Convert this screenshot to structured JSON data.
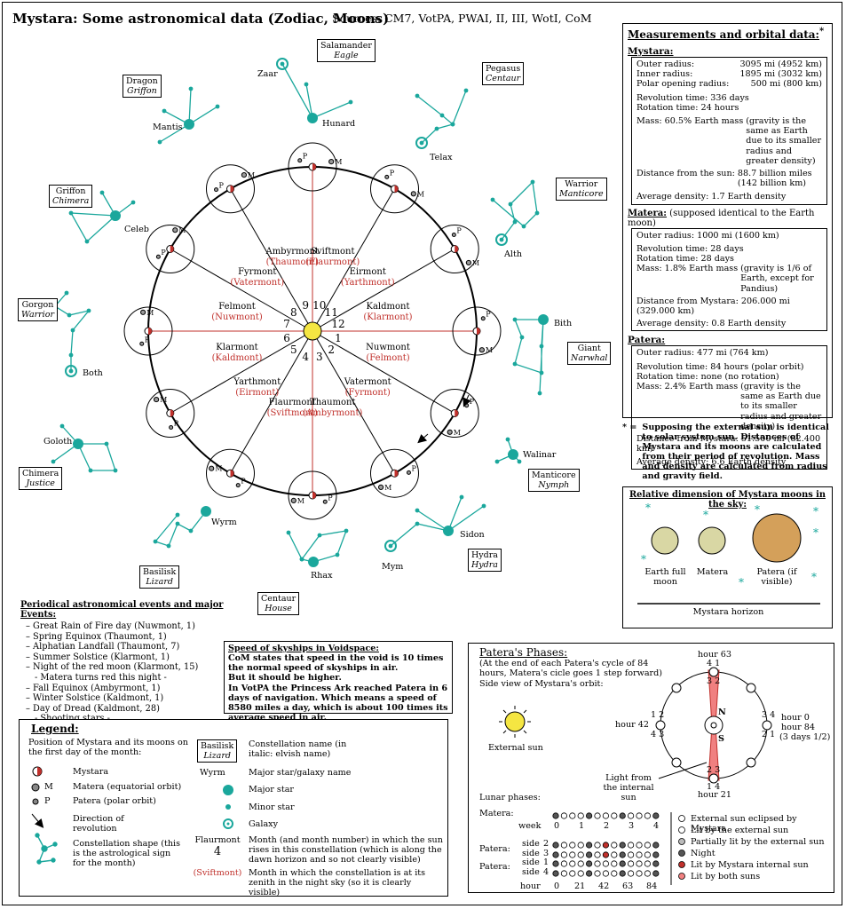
{
  "title": "Mystara: Some astronomical data (Zodiac, Moons)",
  "sources": "Sources: CM7, VotPA, PWAI, II, III, WotI, CoM",
  "colors": {
    "teal": "#1aa79c",
    "red": "#c0302b",
    "sun": "#f5e642",
    "patera": "#d4a05a",
    "moon": "#d9d7a4"
  },
  "wheel": {
    "months": [
      {
        "num": "1",
        "name": "Nuwmont",
        "zenith": "(Felmont)"
      },
      {
        "num": "2",
        "name": "Vatermont",
        "zenith": "(Fyrmont)"
      },
      {
        "num": "3",
        "name": "Thaumont",
        "zenith": "(Ambyrmont)"
      },
      {
        "num": "4",
        "name": "Flaurmont",
        "zenith": "(Sviftmont)"
      },
      {
        "num": "5",
        "name": "Yarthmont",
        "zenith": "(Eirmont)"
      },
      {
        "num": "6",
        "name": "Klarmont",
        "zenith": "(Kaldmont)"
      },
      {
        "num": "7",
        "name": "Felmont",
        "zenith": "(Nuwmont)"
      },
      {
        "num": "8",
        "name": "Fyrmont",
        "zenith": "(Vatermont)"
      },
      {
        "num": "9",
        "name": "Ambyrmont",
        "zenith": "(Thaumont)"
      },
      {
        "num": "10",
        "name": "Sviftmont",
        "zenith": "(Flaurmont)"
      },
      {
        "num": "11",
        "name": "Eirmont",
        "zenith": "(Yarthmont)"
      },
      {
        "num": "12",
        "name": "Kaldmont",
        "zenith": "(Klarmont)"
      }
    ],
    "m_label": "M",
    "p_label": "P"
  },
  "constellations": [
    {
      "name": "Salamander",
      "elvish": "Eagle",
      "major": "Hunard",
      "galaxy": "Zaar"
    },
    {
      "name": "Pegasus",
      "elvish": "Centaur",
      "galaxy": "Telax"
    },
    {
      "name": "Warrior",
      "elvish": "Manticore",
      "galaxy": "Alth"
    },
    {
      "name": "Giant",
      "elvish": "Narwhal",
      "major": "Bith"
    },
    {
      "name": "Manticore",
      "elvish": "Nymph",
      "major": "Walinar"
    },
    {
      "name": "Hydra",
      "elvish": "Hydra",
      "major": "Sidon",
      "galaxy": "Mym"
    },
    {
      "name": "Centaur",
      "elvish": "House",
      "major": "Rhax"
    },
    {
      "name": "Basilisk",
      "elvish": "Lizard",
      "major": "Wyrm"
    },
    {
      "name": "Chimera",
      "elvish": "Justice",
      "major": "Goloth"
    },
    {
      "name": "Gorgon",
      "elvish": "Warrior",
      "galaxy": "Both"
    },
    {
      "name": "Griffon",
      "elvish": "Chimera",
      "major": "Celeb"
    },
    {
      "name": "Dragon",
      "elvish": "Griffon",
      "major": "Mantis"
    }
  ],
  "measurements": {
    "title": "Measurements and orbital data:",
    "star": "*",
    "mystara": {
      "heading": "Mystara:",
      "lines": [
        {
          "k": "Outer radius:",
          "v": "3095 mi (4952 km)"
        },
        {
          "k": "Inner radius:",
          "v": "1895 mi (3032 km)"
        },
        {
          "k": "Polar opening radius:",
          "v": "500 mi (800 km)"
        }
      ],
      "rev": "Revolution time: 336 days",
      "rot": "Rotation time: 24 hours",
      "mass_k": "Mass: 60.5% Earth mass",
      "mass_v": "(gravity is the same as Earth due to its smaller radius and greater density)",
      "dist_k": "Distance from the sun:",
      "dist_v": "88.7 billion miles (142 billion km)",
      "dens": "Average density: 1.7 Earth density"
    },
    "matera": {
      "heading": "Matera:",
      "heading_note": "(supposed identical to the Earth moon)",
      "radius": "Outer radius: 1000 mi (1600 km)",
      "rev": "Revolution time: 28 days",
      "rot": "Rotation time: 28 days",
      "mass_k": "Mass: 1.8% Earth mass",
      "mass_v": "(gravity is 1/6 of Earth, except for Pandius)",
      "dist": "Distance from Mystara: 206.000 mi (329.000 km)",
      "dens": "Average density: 0.8 Earth density"
    },
    "patera": {
      "heading": "Patera:",
      "radius": "Outer radius: 477 mi (764 km)",
      "rev": "Revolution time: 84 hours (polar orbit)",
      "rot": "Rotation time: none (no rotation)",
      "mass_k": "Mass: 2.4% Earth mass",
      "mass_v": "(gravity is the same as Earth due to its smaller radius and greater density)",
      "dist": "Distance from Mystara: 51.500 mi (82.400 km)",
      "dens": "Average density: 6.6 Earth density"
    },
    "footnote_star": "* =",
    "footnote": "Supposing the external sun is identical to solar system sun. Distances of Mystara and its moons are calculated from their period of revolution. Mass and density are calculated from radius and gravity field."
  },
  "relative": {
    "title": "Relative dimension of Mystara moons in the sky:",
    "earth": "Earth full moon",
    "matera": "Matera",
    "patera": "Patera (if visible)",
    "horizon": "Mystara horizon"
  },
  "events": {
    "title": "Periodical astronomical events and major Events:",
    "items": [
      "– Great Rain of Fire day  (Nuwmont, 1)",
      "– Spring Equinox  (Thaumont, 1)",
      "– Alphatian Landfall (Thaumont, 7)",
      "– Summer Solstice (Klarmont, 1)",
      "– Night of the red moon (Klarmont, 15)",
      "   - Matera turns red this night -",
      "– Fall Equinox (Ambyrmont, 1)",
      "– Winter Solstice (Kaldmont, 1)",
      "– Day of Dread (Kaldmont, 28)",
      "   - Shooting stars -"
    ]
  },
  "speed": {
    "title": "Speed of skyships in Voidspace:",
    "lines": [
      "CoM states that speed in the void is 10 times the normal speed of skyships in air.",
      "But it should be higher.",
      "In VotPA the Princess Ark reached Patera in 6 days of navigation. Which means a speed of 8580 miles a day, which is about 100 times its average speed in air."
    ]
  },
  "legend": {
    "title": "Legend:",
    "intro": "Position of Mystara and its moons on the first day of the month:",
    "mystara": "Mystara",
    "m": "M",
    "matera": "Matera (equatorial orbit)",
    "p": "P",
    "patera": "Patera (polar orbit)",
    "direction": "Direction of revolution",
    "shape": "Constellation shape (this is the astrological sign for the month)",
    "const_name": "Basilisk",
    "const_elvish": "Lizard",
    "const_desc": "Constellation name (in italic: elvish name)",
    "wyrm": "Wyrm",
    "star_name_desc": "Major star/galaxy name",
    "major_star": "Major star",
    "minor_star": "Minor star",
    "galaxy": "Galaxy",
    "month_name": "Flaurmont",
    "month_num": "4",
    "month_desc": "Month (and month number) in which the sun rises in this constellation (which is along the dawn horizon and so not clearly visible)",
    "zenith_name": "(Sviftmont)",
    "zenith_desc": "Month in which the constellation is at its zenith in the night sky (so it is clearly visible)"
  },
  "phases": {
    "title": "Patera's Phases:",
    "subtitle": "(At the end of each Patera's cycle of 84 hours, Matera's cicle goes 1 step forward)",
    "side_view": "Side view of Mystara's orbit:",
    "external_sun": "External sun",
    "hour63": "hour 63",
    "hour42": "hour 42",
    "hour0": "hour 0",
    "hour84": "hour 84",
    "days": "(3 days 1/2)",
    "hour21": "hour 21",
    "n": "N",
    "s": "S",
    "light": "Light from the internal sun",
    "lunar": "Lunar phases:",
    "matera_row": "Matera:",
    "week": "week",
    "weeks": [
      "0",
      "1",
      "2",
      "3",
      "4"
    ],
    "patera_row": "Patera:",
    "side": "side",
    "sides_a": [
      "2",
      "3"
    ],
    "sides_b": [
      "1",
      "4"
    ],
    "hour": "hour",
    "hours": [
      "0",
      "21",
      "42",
      "63",
      "84"
    ],
    "key": [
      "External sun eclipsed by Mystara",
      "Lit by the external sun",
      "Partially lit by the external sun",
      "Night",
      "Lit by Mystara internal sun",
      "Lit by both suns"
    ],
    "orbit_nums": {
      "top": "4 1",
      "top2": "3 2",
      "bottom": "2 3",
      "bottom2": "1 4",
      "left": "1 2",
      "left2": "4 3",
      "right": "3 4",
      "right2": "2 1"
    }
  }
}
